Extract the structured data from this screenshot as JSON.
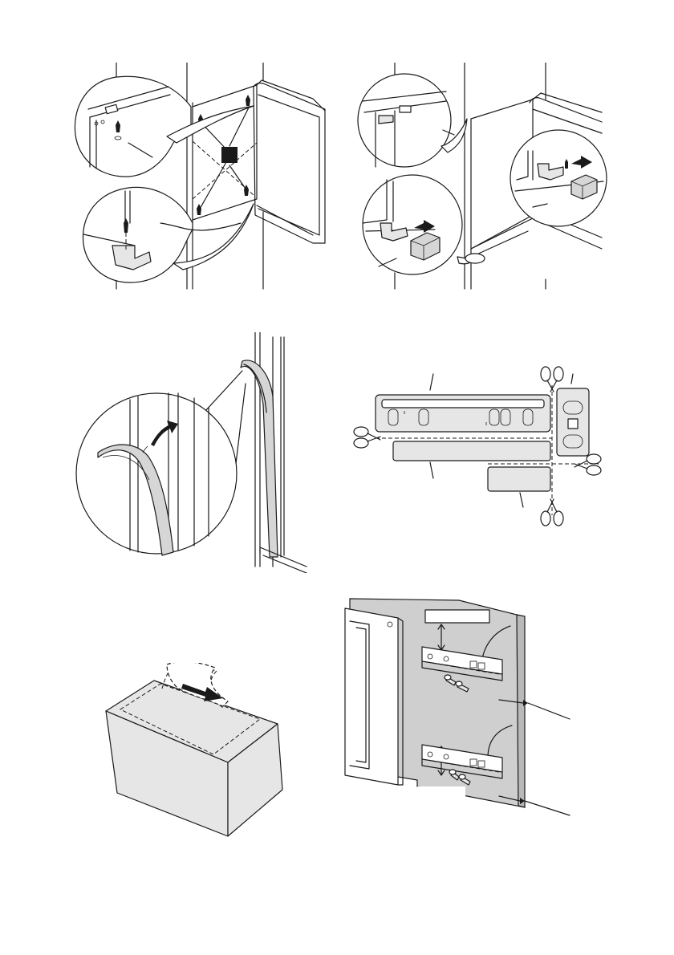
{
  "page": {
    "figures": [
      {
        "id": "fig-1",
        "subject": "hinge-side-screws-and-brackets",
        "marker": "black-square"
      },
      {
        "id": "fig-2",
        "subject": "spacer-blocks-inserted-at-hinges"
      },
      {
        "id": "fig-3",
        "subject": "door-seal-strip-pressed-into-groove"
      },
      {
        "id": "fig-4",
        "subject": "bracket-strip-cut-into-parts-with-scissors"
      },
      {
        "id": "fig-5",
        "subject": "adhesive-tape-peeled-from-block"
      },
      {
        "id": "fig-6",
        "subject": "brackets-screwed-to-furniture-door"
      }
    ],
    "icons": [
      "screw-icon",
      "scissors-icon",
      "arrow-icon",
      "magnifier-circle"
    ],
    "colors": {
      "line": "#1a1a1a",
      "part_fill": "#d6d6d6",
      "panel_fill": "#cfcfcf",
      "paper": "#ffffff"
    }
  }
}
